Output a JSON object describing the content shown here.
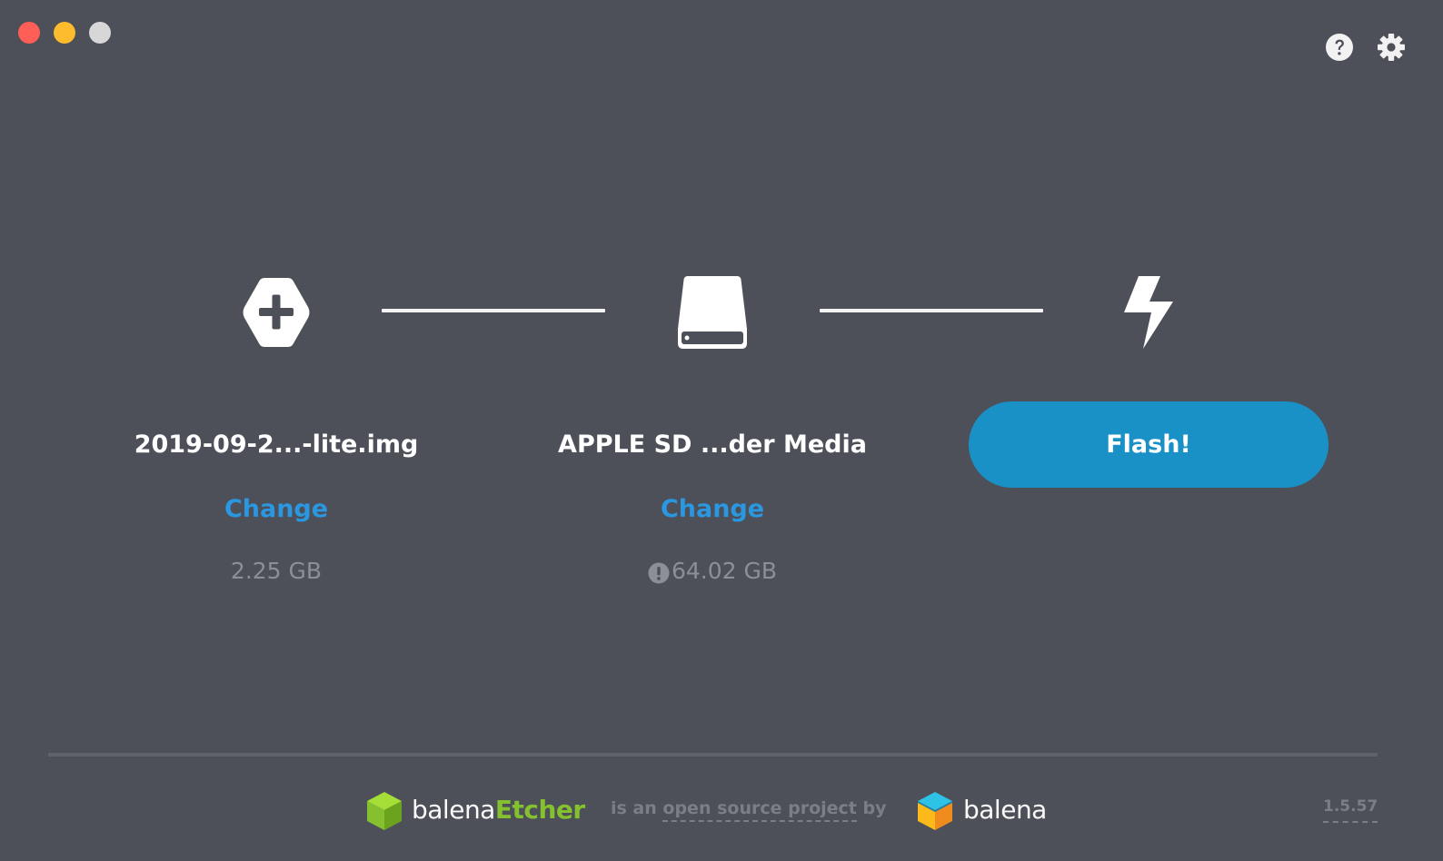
{
  "window": {
    "controls": {
      "close_color": "#fd5f57",
      "minimize_color": "#fdbc2e",
      "maximize_color": "#d7d7d7"
    }
  },
  "toolbar": {
    "help_icon": "question-circle-icon",
    "settings_icon": "gear-icon"
  },
  "steps": {
    "image": {
      "icon": "hexagon-plus-icon",
      "title": "2019-09-2...-lite.img",
      "change_label": "Change",
      "size": "2.25 GB"
    },
    "drive": {
      "icon": "drive-icon",
      "title": "APPLE SD ...der Media",
      "change_label": "Change",
      "warning_icon": "exclamation-circle-icon",
      "size": "64.02 GB"
    },
    "flash": {
      "icon": "lightning-bolt-icon",
      "button_label": "Flash!"
    }
  },
  "footer": {
    "etcher_brand_part1": "balena",
    "etcher_brand_part2": "Etcher",
    "text_prefix": "is an ",
    "text_link": "open source project",
    "text_suffix": " by",
    "balena_brand": "balena",
    "version": "1.5.57"
  },
  "colors": {
    "background": "#4d5058",
    "accent_blue": "#2a97e0",
    "flash_button": "#1a91c6",
    "etcher_green": "#85c12f",
    "muted_text": "#8c8f96"
  }
}
